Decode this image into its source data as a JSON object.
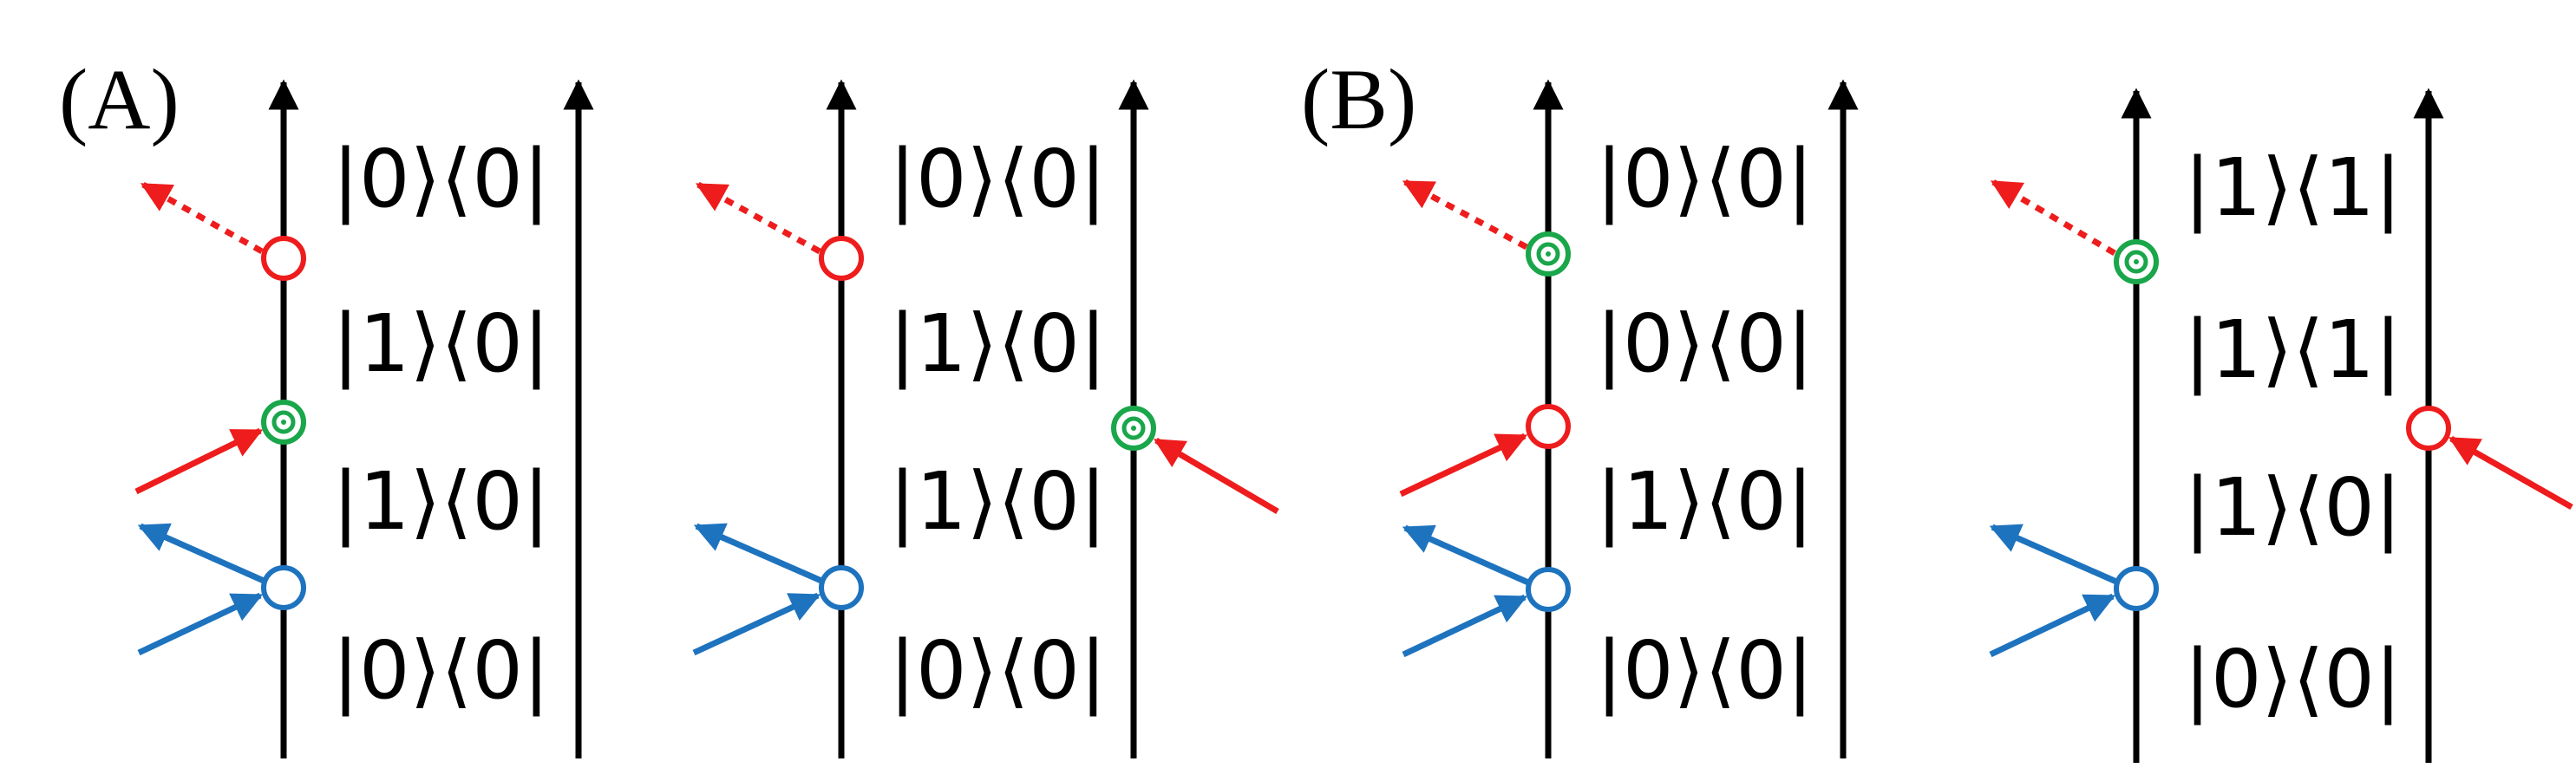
{
  "panels": [
    {
      "label": "(A)",
      "diagrams": [
        {
          "states": [
            "|0⟩⟨0|",
            "|1⟩⟨0|",
            "|1⟩⟨0|",
            "|0⟩⟨0|"
          ]
        },
        {
          "states": [
            "|0⟩⟨0|",
            "|1⟩⟨0|",
            "|1⟩⟨0|",
            "|0⟩⟨0|"
          ]
        }
      ]
    },
    {
      "label": "(B)",
      "diagrams": [
        {
          "states": [
            "|0⟩⟨0|",
            "|0⟩⟨0|",
            "|1⟩⟨0|",
            "|0⟩⟨0|"
          ]
        },
        {
          "states": [
            "|1⟩⟨1|",
            "|1⟩⟨1|",
            "|1⟩⟨0|",
            "|0⟩⟨0|"
          ]
        }
      ]
    }
  ],
  "colors": {
    "axis": "#000000",
    "red": "#ee1c1c",
    "blue": "#1e73be",
    "green": "#1aa64a"
  }
}
